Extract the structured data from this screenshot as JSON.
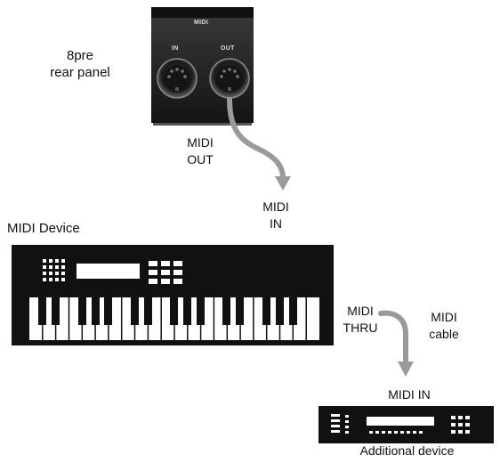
{
  "labels": {
    "panel_caption_line1": "8pre",
    "panel_caption_line2": "rear panel",
    "panel_header": "MIDI",
    "port_in": "IN",
    "port_out": "OUT",
    "midi_out_line1": "MIDI",
    "midi_out_line2": "OUT",
    "midi_in_line1": "MIDI",
    "midi_in_line2": "IN",
    "device_title": "MIDI Device",
    "midi_thru_line1": "MIDI",
    "midi_thru_line2": "THRU",
    "cable_line1": "MIDI",
    "cable_line2": "cable",
    "midi_in_additional": "MIDI IN",
    "additional_device": "Additional device"
  },
  "colors": {
    "device_fill": "#111111",
    "panel_fill": "#1e1e1e",
    "cable": "#9a9a9a",
    "key_white": "#ffffff"
  }
}
